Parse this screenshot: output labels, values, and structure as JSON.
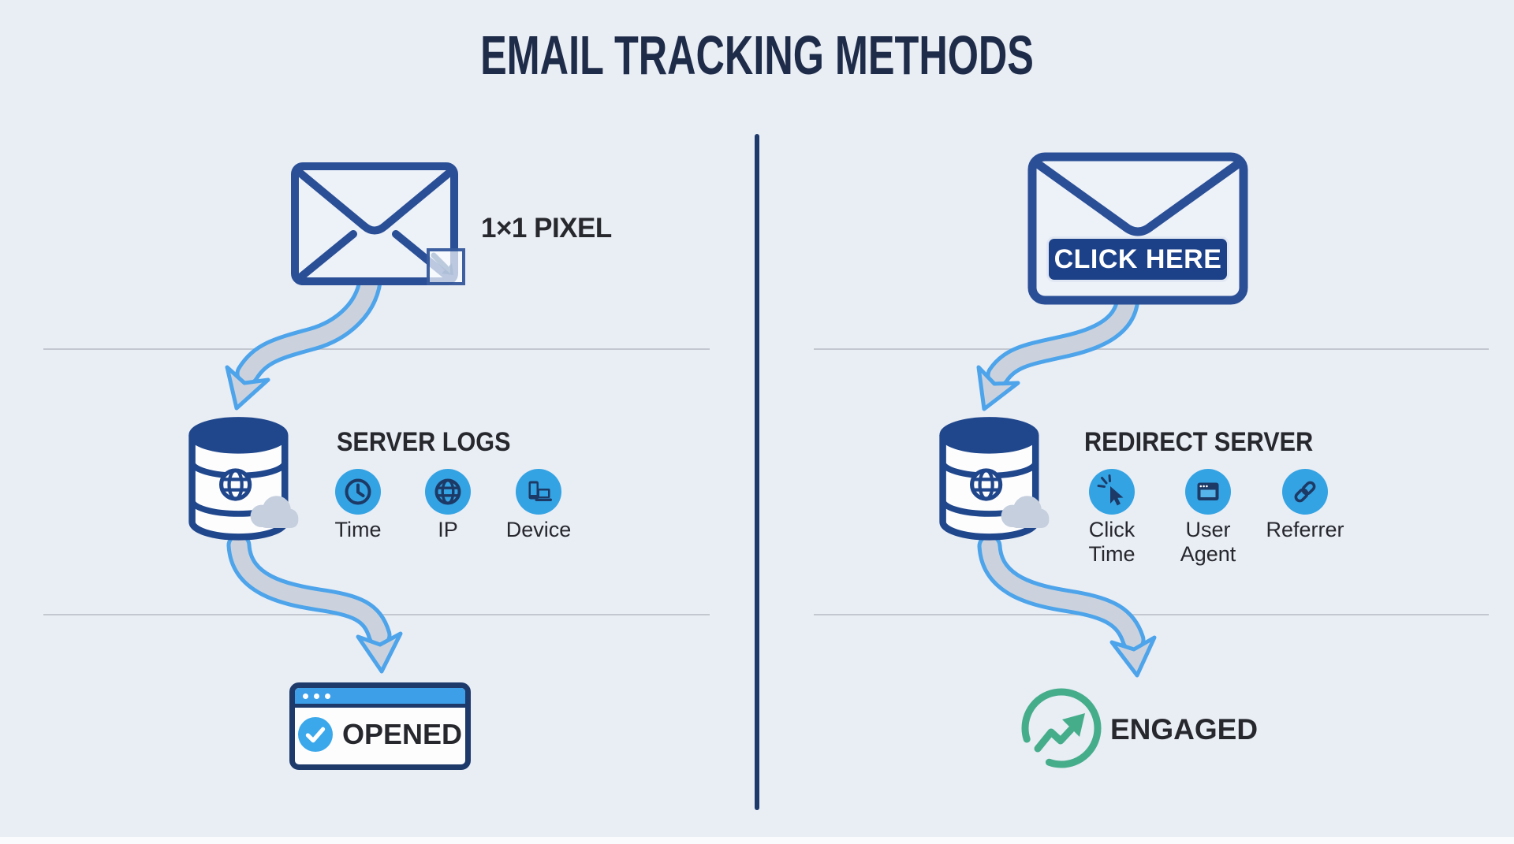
{
  "title": "EMAIL TRACKING METHODS",
  "left": {
    "method": "pixel-tracking",
    "pixel_label": "1×1 PIXEL",
    "server": {
      "heading": "SERVER LOGS",
      "icon": "database-cloud-icon",
      "attributes": [
        {
          "icon": "clock-icon",
          "label": "Time"
        },
        {
          "icon": "globe-icon",
          "label": "IP"
        },
        {
          "icon": "devices-icon",
          "label": "Device"
        }
      ]
    },
    "result": {
      "icon": "check-circle-icon",
      "label": "OPENED"
    }
  },
  "right": {
    "method": "redirect-link-tracking",
    "button_label": "CLICK HERE",
    "server": {
      "heading": "REDIRECT SERVER",
      "icon": "database-cloud-icon",
      "attributes": [
        {
          "icon": "cursor-click-icon",
          "label": "Click Time"
        },
        {
          "icon": "browser-window-icon",
          "label": "User Agent"
        },
        {
          "icon": "link-icon",
          "label": "Referrer"
        }
      ]
    },
    "result": {
      "icon": "trending-up-circle-icon",
      "label": "ENGAGED"
    }
  },
  "colors": {
    "background": "#e9edf4",
    "navy": "#20478c",
    "navy_dark": "#1d3a6b",
    "envelope_stroke": "#2a4f96",
    "title_text": "#1f2c49",
    "label_text": "#26282e",
    "accent_blue": "#34a3e3",
    "icon_glyph": "#1d3a66",
    "arrow_fill": "#cbd2dd",
    "arrow_stroke": "#4da4ea",
    "button_fill": "#1c4189",
    "green": "#46ad8b",
    "cloud": "#c5cfdd",
    "line_gray": "#c3c7cf",
    "bar_blue": "#3d9fe8"
  }
}
